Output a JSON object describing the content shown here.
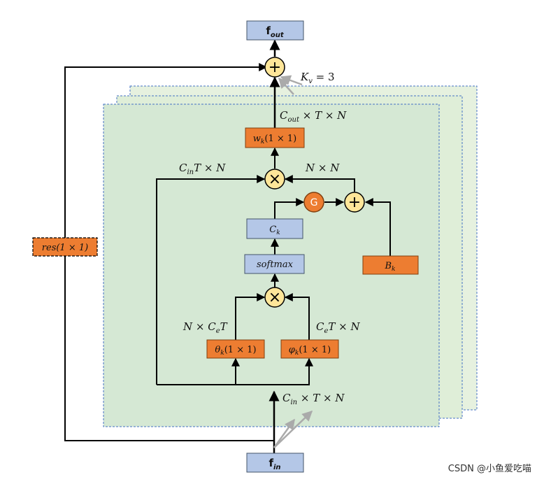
{
  "nodes": {
    "f_out": {
      "main": "f",
      "sub": "out"
    },
    "f_in": {
      "main": "f",
      "sub": "in"
    },
    "w_k": {
      "main": "w",
      "sub": "k",
      "rest": "(1 × 1)"
    },
    "c_k": {
      "main": "C",
      "sub": "k"
    },
    "softmax": {
      "text": "softmax"
    },
    "b_k": {
      "main": "B",
      "sub": "k"
    },
    "theta_k": {
      "main": "θ",
      "sub": "k",
      "rest": "(1 × 1)"
    },
    "phi_k": {
      "main": "φ",
      "sub": "k",
      "rest": "(1 × 1)"
    },
    "res": {
      "text": "res(1 × 1)"
    },
    "gate": {
      "text": "G"
    }
  },
  "labels": {
    "kv": {
      "main": "K",
      "sub": "v",
      "rest": " = 3"
    },
    "cout_tn": {
      "main": "C",
      "sub": "out",
      "rest": " × T × N"
    },
    "cin_tn_top": {
      "main": "C",
      "sub": "in",
      "rest": "T × N"
    },
    "n_n": {
      "text": "N × N"
    },
    "n_ce_t": {
      "pre": "N × C",
      "sub": "e",
      "rest": "T"
    },
    "ce_t_n": {
      "main": "C",
      "sub": "e",
      "rest": "T × N"
    },
    "cin_t_n_bottom": {
      "main": "C",
      "sub": "in",
      "rest": " × T × N"
    }
  },
  "symbols": {
    "plus": "+",
    "times": "×"
  },
  "watermark": "CSDN @小鱼爱吃喵",
  "colors": {
    "blue_box": "#b4c7e7",
    "orange_box": "#ed7d31",
    "green_panel": "#d5e8d4",
    "node_circle": "#ffe699",
    "panel_border": "#4472c4"
  }
}
